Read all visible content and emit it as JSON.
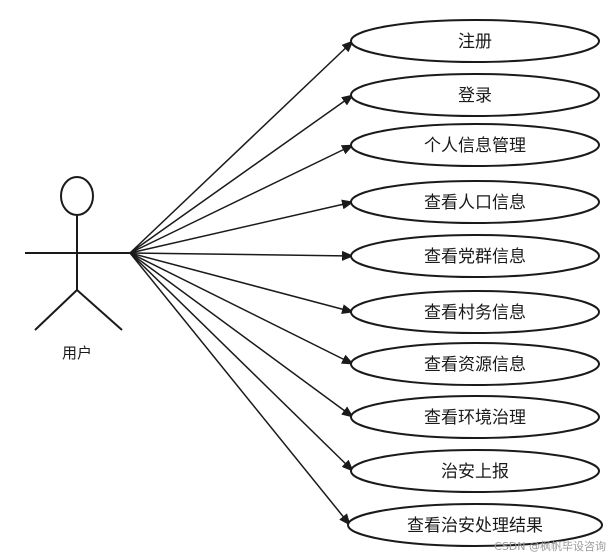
{
  "actor": {
    "label": "用户"
  },
  "use_cases": [
    {
      "label": "注册"
    },
    {
      "label": "登录"
    },
    {
      "label": "个人信息管理"
    },
    {
      "label": "查看人口信息"
    },
    {
      "label": "查看党群信息"
    },
    {
      "label": "查看村务信息"
    },
    {
      "label": "查看资源信息"
    },
    {
      "label": "查看环境治理"
    },
    {
      "label": "治安上报"
    },
    {
      "label": "查看治安处理结果"
    }
  ],
  "watermark": {
    "text": "CSDN @枫帆毕设咨询"
  },
  "colors": {
    "line": "#1a1a1a",
    "background": "#ffffff",
    "watermark": "#9a9a9a"
  }
}
